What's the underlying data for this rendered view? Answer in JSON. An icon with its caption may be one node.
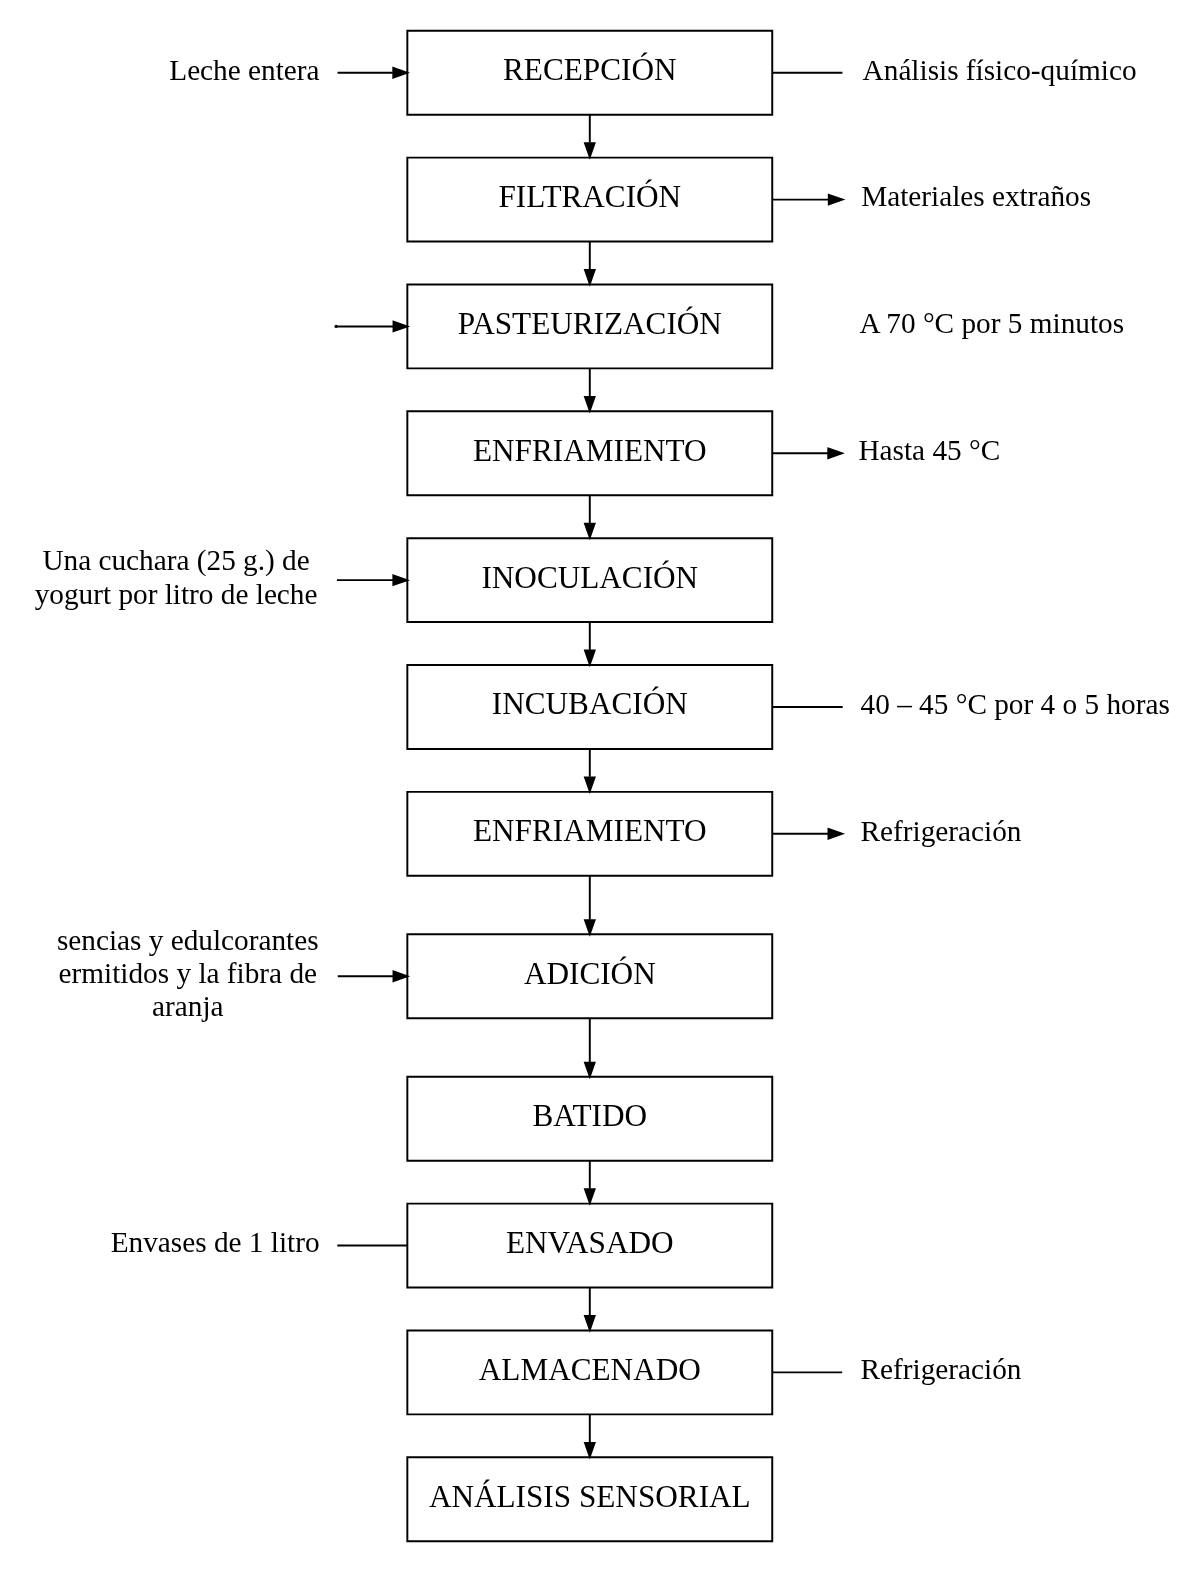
{
  "diagram": {
    "nodes": [
      {
        "text": [
          "Leche entera"
        ]
      },
      {
        "text": [
          "RECEPCIÓN"
        ]
      },
      {
        "text": [
          "Análisis físico-químico"
        ]
      },
      {
        "text": [
          "FILTRACIÓN"
        ]
      },
      {
        "text": [
          "Materiales extraños"
        ]
      },
      {
        "text": [
          "PASTEURIZACIÓN"
        ],
        "beside": [
          "A 70 °C por 5 minutos"
        ]
      },
      {
        "text": [
          "ENFRIAMIENTO"
        ]
      },
      {
        "text": [
          "Hasta 45 °C"
        ]
      },
      {
        "text": [
          "Una cuchara (25 g.) de yogurt por litro de leche"
        ]
      },
      {
        "text": [
          "INOCULACIÓN"
        ]
      },
      {
        "text": [
          "INCUBACIÓN"
        ]
      },
      {
        "text": [
          "40 – 45 °C por 4 o 5 horas"
        ]
      },
      {
        "text": [
          "ENFRIAMIENTO"
        ]
      },
      {
        "text": [
          "Refrigeración"
        ]
      },
      {
        "text": [
          "sencias y edulcorantes ermitidos y la fibra de aranja"
        ]
      },
      {
        "text": [
          "ADICIÓN"
        ]
      },
      {
        "text": [
          "BATIDO"
        ]
      },
      {
        "text": [
          "Envases de 1 litro"
        ]
      },
      {
        "text": [
          "ENVASADO"
        ]
      },
      {
        "text": [
          "ALMACENADO"
        ]
      },
      {
        "text": [
          "Refrigeración"
        ]
      },
      {
        "text": [
          "ANÁLISIS SENSORIAL"
        ]
      }
    ],
    "edges": [
      {
        "from": 0,
        "to": 1,
        "arrow": "to"
      },
      {
        "from": 1,
        "to": 2,
        "arrow": "none"
      },
      {
        "from": 1,
        "to": 3,
        "arrow": "to"
      },
      {
        "from": 3,
        "to": 4,
        "arrow": "to"
      },
      {
        "from": 3,
        "to": 5,
        "arrow": "to"
      },
      {
        "from": null,
        "to": 5,
        "arrow": "to"
      },
      {
        "from": 5,
        "to": 6,
        "arrow": "to"
      },
      {
        "from": 6,
        "to": 7,
        "arrow": "to"
      },
      {
        "from": 6,
        "to": 9,
        "arrow": "to"
      },
      {
        "from": 8,
        "to": 9,
        "arrow": "to"
      },
      {
        "from": 9,
        "to": 10,
        "arrow": "to"
      },
      {
        "from": 10,
        "to": 11,
        "arrow": "none"
      },
      {
        "from": 10,
        "to": 12,
        "arrow": "to"
      },
      {
        "from": 12,
        "to": 13,
        "arrow": "to"
      },
      {
        "from": 12,
        "to": 15,
        "arrow": "to"
      },
      {
        "from": 14,
        "to": 15,
        "arrow": "to"
      },
      {
        "from": 15,
        "to": 16,
        "arrow": "to"
      },
      {
        "from": 16,
        "to": 18,
        "arrow": "to"
      },
      {
        "from": 17,
        "to": 18,
        "arrow": "none"
      },
      {
        "from": 18,
        "to": 19,
        "arrow": "to"
      },
      {
        "from": 19,
        "to": 20,
        "arrow": "none"
      },
      {
        "from": 19,
        "to": 21,
        "arrow": "to"
      }
    ]
  }
}
